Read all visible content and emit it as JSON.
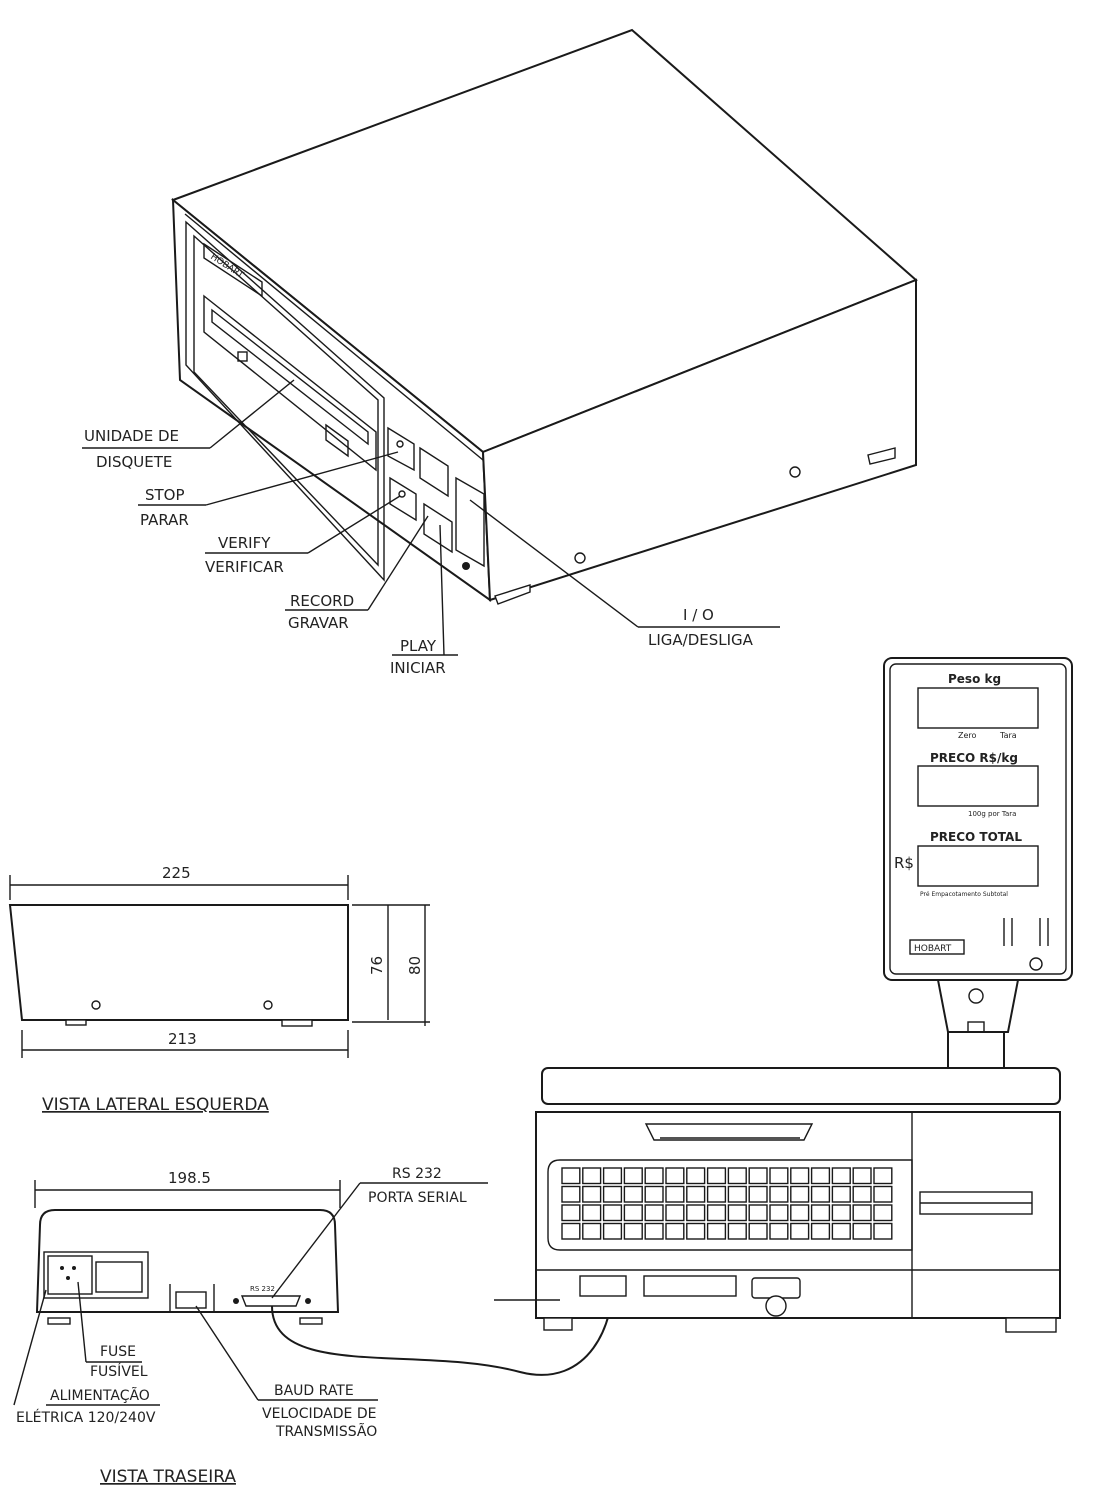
{
  "labels": {
    "floppy": [
      "UNIDADE DE",
      "DISQUETE"
    ],
    "stop": [
      "STOP",
      "PARAR"
    ],
    "verify": [
      "VERIFY",
      "VERIFICAR"
    ],
    "record": [
      "RECORD",
      "GRAVAR"
    ],
    "play": [
      "PLAY",
      "INICIAR"
    ],
    "power": [
      "I / O",
      "LIGA/DESLIGA"
    ],
    "rs232": [
      "RS 232",
      "PORTA SERIAL"
    ],
    "fuse": [
      "FUSE",
      "FUSÍVEL"
    ],
    "supply": [
      "ALIMENTAÇÃO",
      "ELÉTRICA 120/240V"
    ],
    "baud": [
      "BAUD RATE",
      "VELOCIDADE DE",
      "TRANSMISSÃO"
    ]
  },
  "dimensions": {
    "side_top": "225",
    "side_bottom": "213",
    "side_height_inner": "76",
    "side_height_outer": "80",
    "rear_width": "198.5"
  },
  "views": {
    "left_side": "VISTA LATERAL ESQUERDA",
    "rear": "VISTA TRASEIRA"
  },
  "brand": "HOBART",
  "port_small_label": "RS 232",
  "scale_panel": {
    "weight_label": "Peso kg",
    "weight_sub": [
      "Zero",
      "Tara"
    ],
    "price_label": "PRECO R$/kg",
    "price_sub": "100g por Tara",
    "total_label": "PRECO TOTAL",
    "currency": "R$",
    "total_sub": "Pré Empacotamento Subtotal"
  }
}
